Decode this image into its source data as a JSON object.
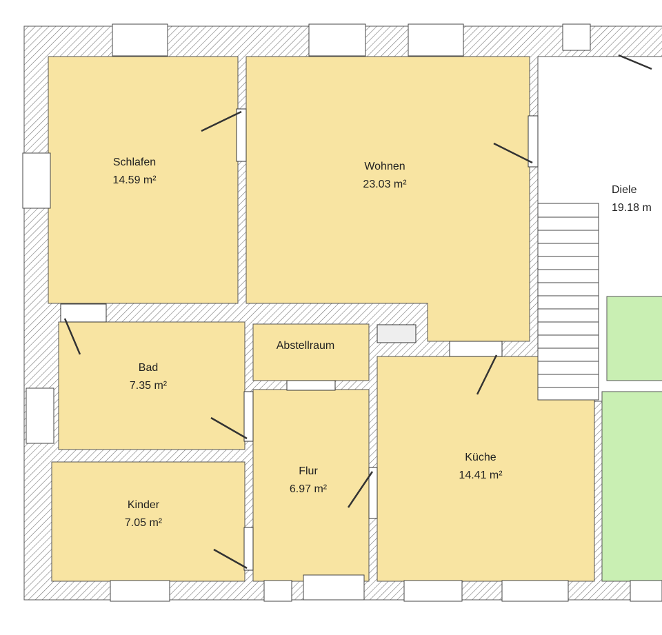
{
  "colors": {
    "room": "#f8e4a2",
    "garden": "#c9efb3",
    "wall_line": "#555555",
    "hall": "#ffffff"
  },
  "rooms": [
    {
      "name": "Schlafen",
      "area": "14.59 m²"
    },
    {
      "name": "Wohnen",
      "area": "23.03 m²"
    },
    {
      "name": "Diele",
      "area": "19.18 m"
    },
    {
      "name": "Abstellraum",
      "area": ""
    },
    {
      "name": "Bad",
      "area": "7.35 m²"
    },
    {
      "name": "Flur",
      "area": "6.97 m²"
    },
    {
      "name": "Küche",
      "area": "14.41 m²"
    },
    {
      "name": "Kinder",
      "area": "7.05 m²"
    }
  ]
}
